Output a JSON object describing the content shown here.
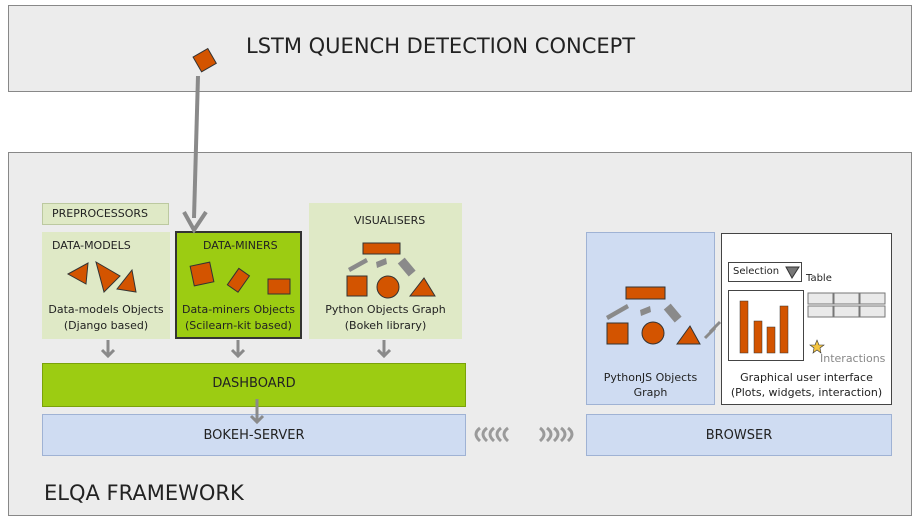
{
  "title": "LSTM QUENCH DETECTION CONCEPT",
  "framework_label": "ELQA FRAMEWORK",
  "preprocessors": {
    "label": "PREPROCESSORS",
    "data_models": {
      "title": "DATA-MODELS",
      "line1": "Data-models Objects",
      "line2": "(Django based)"
    },
    "data_miners": {
      "title": "DATA-MINERS",
      "line1": "Data-miners Objects",
      "line2": "(Scilearn-kit based)"
    }
  },
  "visualisers": {
    "title": "VISUALISERS",
    "line1": "Python Objects Graph",
    "line2": "(Bokeh library)"
  },
  "dashboard": "DASHBOARD",
  "bokeh_server": "BOKEH-SERVER",
  "browser": "BROWSER",
  "pythonjs": {
    "line1": "PythonJS Objects",
    "line2": "Graph"
  },
  "gui": {
    "selection": "Selection",
    "table": "Table",
    "interactions": "Interactions",
    "line1": "Graphical user interface",
    "line2": "(Plots, widgets, interaction)"
  },
  "colors": {
    "orange": "#d35400",
    "green_light": "#dfe9c6",
    "green_strong": "#9ccc12",
    "blue_light": "#cfdcf2",
    "gray_bg": "#ececec",
    "arrow_gray": "#8a8a8a",
    "star": "#f4c542"
  }
}
